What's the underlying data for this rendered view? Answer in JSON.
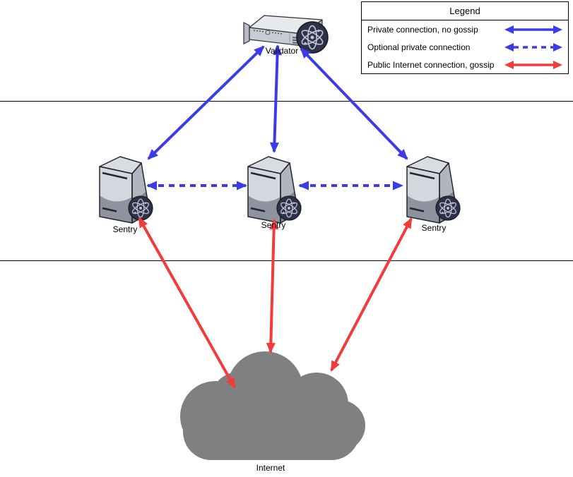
{
  "legend": {
    "title": "Legend",
    "items": [
      {
        "label": "Private connection, no gossip",
        "style": "solid",
        "color": "#3B3BE8"
      },
      {
        "label": "Optional private connection",
        "style": "dashed",
        "color": "#3B3BE8"
      },
      {
        "label": "Public Internet connection, gossip",
        "style": "solid",
        "color": "#F23B3B"
      }
    ]
  },
  "nodes": {
    "validator": {
      "label": "Validator",
      "type": "rack-server"
    },
    "sentries": [
      {
        "label": "Sentry",
        "type": "tower-server"
      },
      {
        "label": "Sentry",
        "type": "tower-server"
      },
      {
        "label": "Sentry",
        "type": "tower-server"
      }
    ],
    "internet": {
      "label": "Internet",
      "type": "cloud"
    }
  },
  "connections": [
    {
      "from": "Validator",
      "to": "Sentry 1",
      "type": "private, no gossip"
    },
    {
      "from": "Validator",
      "to": "Sentry 2",
      "type": "private, no gossip"
    },
    {
      "from": "Validator",
      "to": "Sentry 3",
      "type": "private, no gossip"
    },
    {
      "from": "Sentry 1",
      "to": "Sentry 2",
      "type": "optional private"
    },
    {
      "from": "Sentry 2",
      "to": "Sentry 3",
      "type": "optional private"
    },
    {
      "from": "Sentry 1",
      "to": "Internet",
      "type": "public internet, gossip"
    },
    {
      "from": "Sentry 2",
      "to": "Internet",
      "type": "public internet, gossip"
    },
    {
      "from": "Sentry 3",
      "to": "Internet",
      "type": "public internet, gossip"
    }
  ],
  "colors": {
    "private_connection": "#3B3BE8",
    "public_connection": "#F23B3B",
    "cloud": "#808080",
    "separator_line": "#000000"
  }
}
